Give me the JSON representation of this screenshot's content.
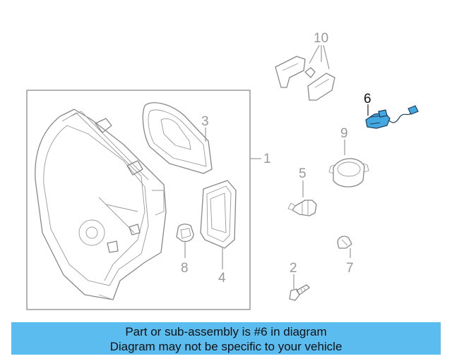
{
  "diagram": {
    "callouts": {
      "c1": "1",
      "c2": "2",
      "c3": "3",
      "c4": "4",
      "c5": "5",
      "c6": "6",
      "c7": "7",
      "c8": "8",
      "c9": "9",
      "c10": "10"
    },
    "highlighted_part": "6",
    "highlight_color": "#44a8e0",
    "line_color": "#888888"
  },
  "banner": {
    "line1": "Part or sub-assembly is #6 in diagram",
    "line2": "Diagram may not be specific to your vehicle",
    "background": "#5bbcf0"
  }
}
